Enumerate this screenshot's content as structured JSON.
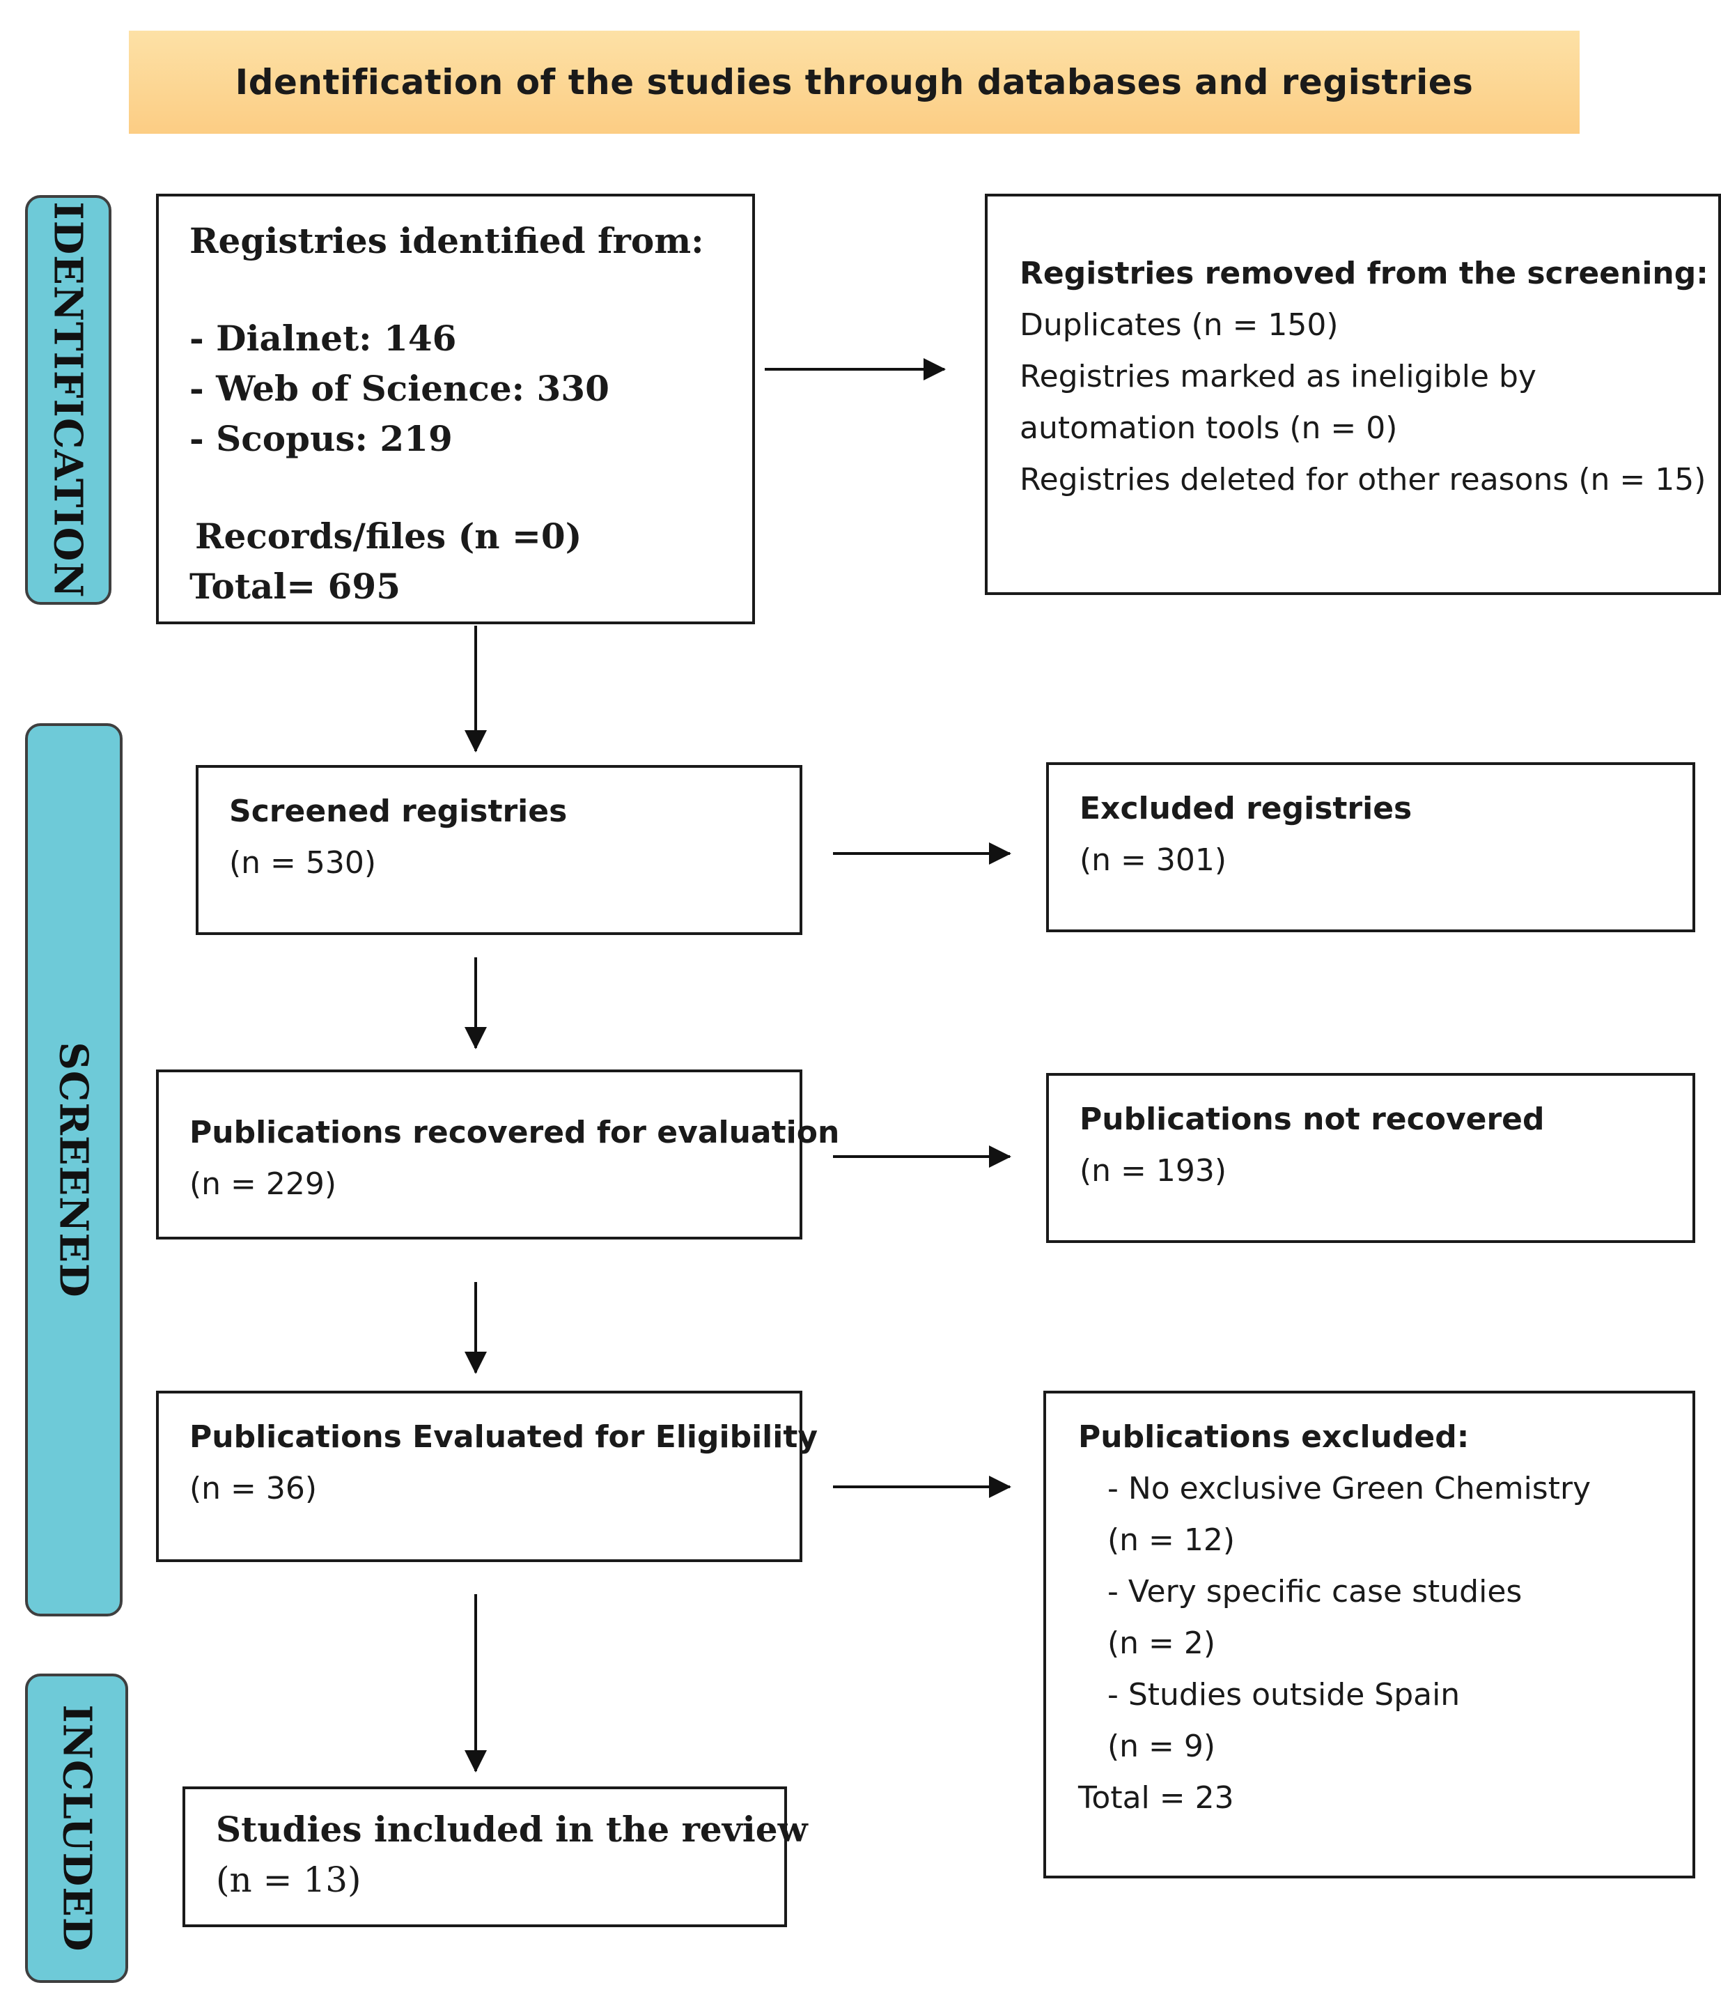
{
  "header": {
    "title": "Identification of the studies through databases and registries"
  },
  "phases": {
    "identification": "IDENTIFICATION",
    "screened": "SCREENED",
    "included": "INCLUDED"
  },
  "identified": {
    "title": "Registries identified from:",
    "sources": [
      "- Dialnet: 146",
      "- Web of Science: 330",
      "- Scopus: 219"
    ],
    "records": "Records/files (n =0)",
    "total": "Total= 695"
  },
  "removed": {
    "title": "Registries removed from the screening:",
    "lines": [
      "Duplicates (n = 150)",
      "Registries marked as ineligible by",
      "automation tools (n = 0)",
      "Registries deleted for other reasons (n = 15)"
    ]
  },
  "screened": {
    "title": "Screened registries",
    "count": "(n = 530)"
  },
  "excluded": {
    "title": "Excluded registries",
    "count": "(n = 301)"
  },
  "recovered": {
    "title": "Publications recovered for evaluation",
    "count": "(n = 229)"
  },
  "not_recovered": {
    "title": "Publications not recovered",
    "count": "(n = 193)"
  },
  "eligibility": {
    "title": "Publications Evaluated for Eligibility",
    "count": "(n = 36)"
  },
  "pub_excluded": {
    "title": "Publications excluded:",
    "items": [
      "- No exclusive Green Chemistry",
      "(n = 12)",
      "- Very specific case studies",
      "(n = 2)",
      "- Studies outside Spain",
      "(n = 9)"
    ],
    "total": "Total = 23"
  },
  "included": {
    "title": "Studies included in the review",
    "count": "(n = 13)"
  }
}
